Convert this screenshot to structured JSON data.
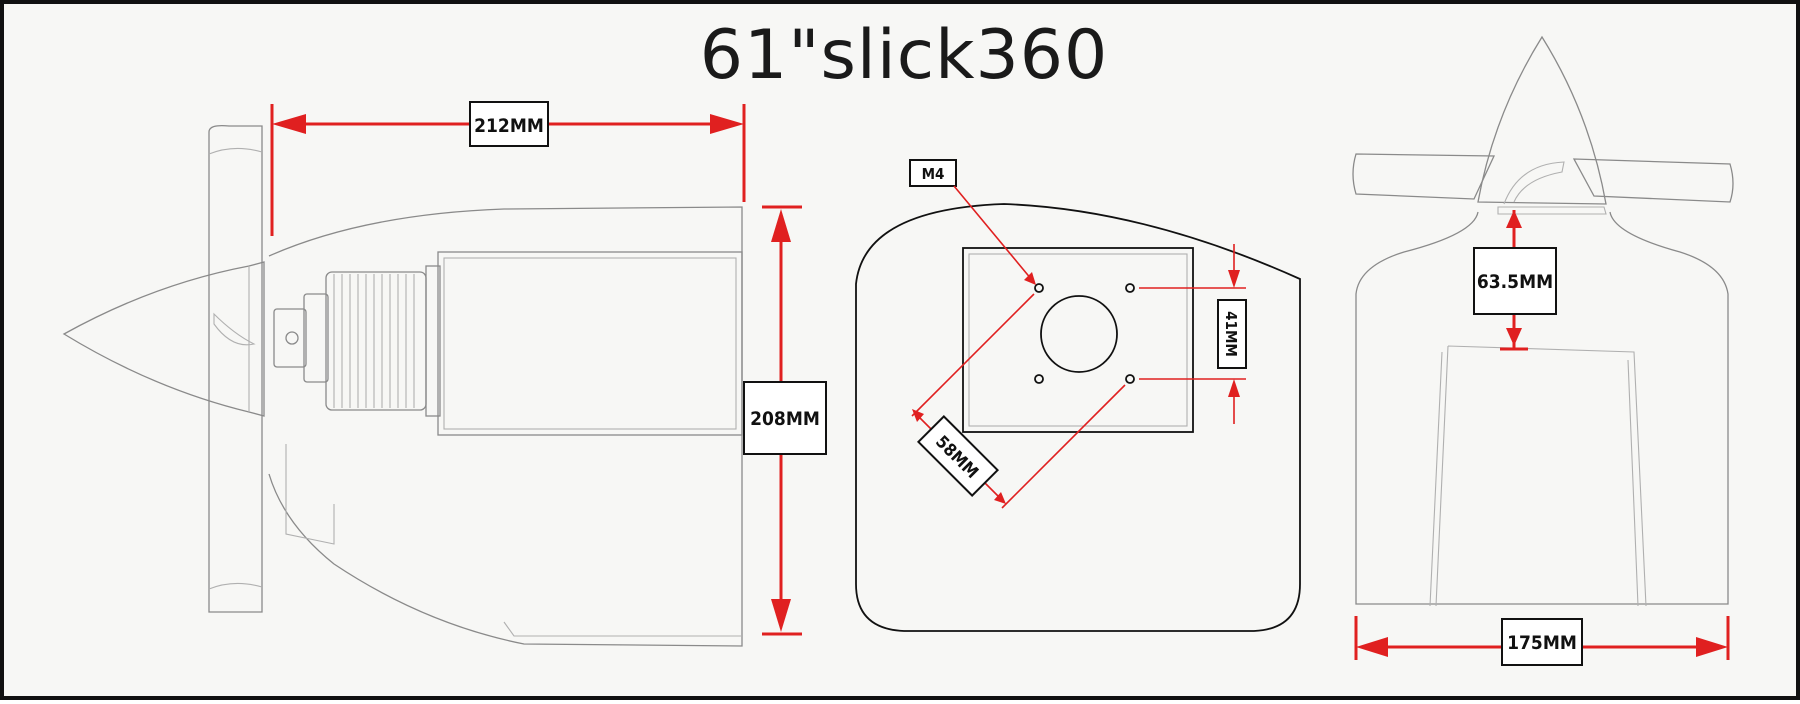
{
  "title": "61\"slick360",
  "dimensions": {
    "length": "212MM",
    "height": "208MM",
    "bolt": "M4",
    "mount_diag": "58MM",
    "mount_vertical": "41MM",
    "spinner_gap": "63.5MM",
    "width": "175MM"
  },
  "colors": {
    "dimension": "#e02020",
    "outline": "#8a8a8a",
    "ink": "#111111"
  }
}
